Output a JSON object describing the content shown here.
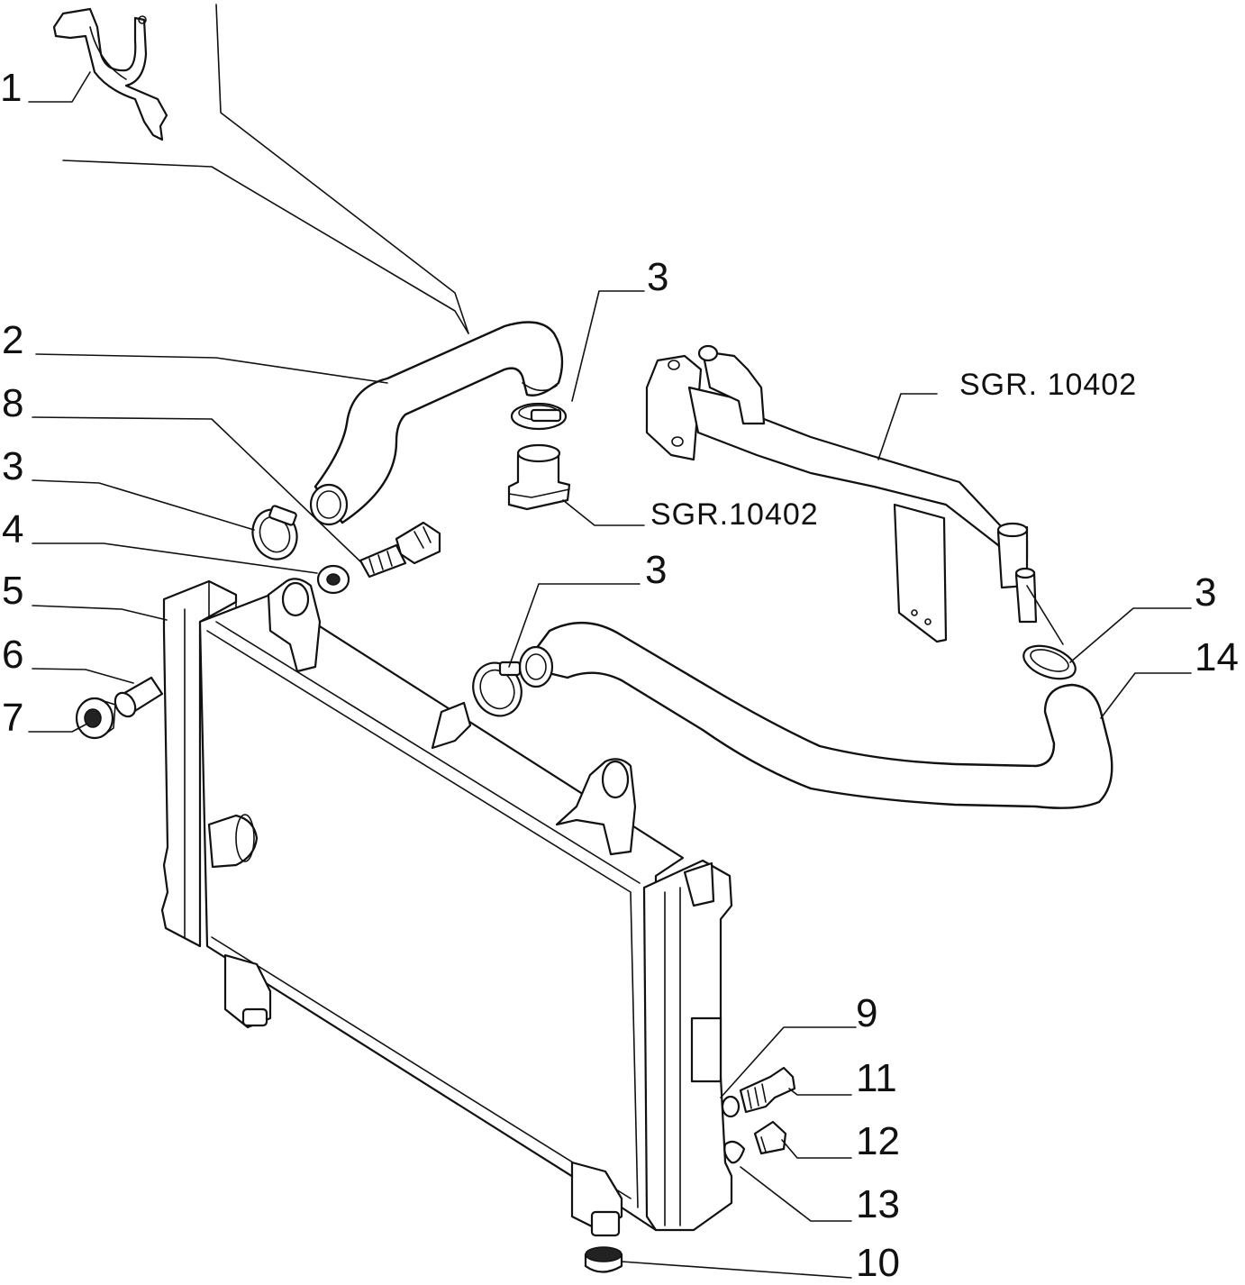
{
  "diagram": {
    "callouts": [
      {
        "id": "c1",
        "text": "1"
      },
      {
        "id": "c2",
        "text": "2"
      },
      {
        "id": "c8",
        "text": "8"
      },
      {
        "id": "c3a",
        "text": "3"
      },
      {
        "id": "c4",
        "text": "4"
      },
      {
        "id": "c5",
        "text": "5"
      },
      {
        "id": "c6",
        "text": "6"
      },
      {
        "id": "c7",
        "text": "7"
      },
      {
        "id": "c3b",
        "text": "3"
      },
      {
        "id": "c3c",
        "text": "3"
      },
      {
        "id": "c3d",
        "text": "3"
      },
      {
        "id": "c14",
        "text": "14"
      },
      {
        "id": "c9",
        "text": "9"
      },
      {
        "id": "c11",
        "text": "11"
      },
      {
        "id": "c12",
        "text": "12"
      },
      {
        "id": "c13",
        "text": "13"
      },
      {
        "id": "c10",
        "text": "10"
      }
    ],
    "references": [
      {
        "id": "r1",
        "text": "SGR. 10402"
      },
      {
        "id": "r2",
        "text": "SGR.10402"
      }
    ]
  }
}
